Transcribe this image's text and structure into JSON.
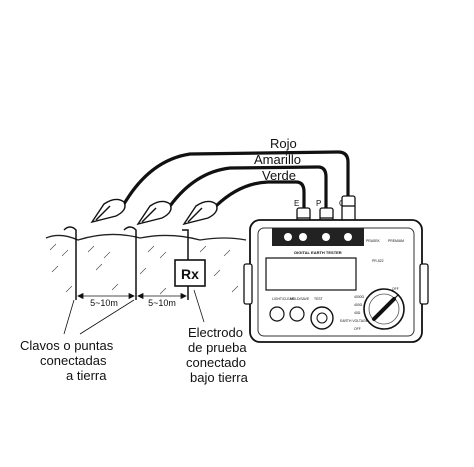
{
  "wires": {
    "red": "Rojo",
    "yellow": "Amarillo",
    "green": "Verde"
  },
  "terminals": [
    "E",
    "P",
    "C"
  ],
  "distances": [
    "5~10m",
    "5~10m"
  ],
  "rx_label": "Rx",
  "labels": {
    "spikes": [
      "Clavos o puntas",
      "conectadas",
      "a tierra"
    ],
    "electrode": [
      "Electrodo",
      "de prueba",
      "conectado",
      "bajo tierra"
    ]
  },
  "meter": {
    "panel_label": "DIGITAL EARTH TESTER",
    "brand": "PRASEK",
    "brand_tag": "PREMIUM",
    "model": "PR-522",
    "buttons": [
      "LIGHT/CLEAR",
      "HOLD/SAVE",
      "TEST"
    ],
    "dial_positions": [
      "OFF",
      "4000Ω",
      "400Ω",
      "40Ω",
      "EARTH VOLTAGE",
      "OFF"
    ]
  }
}
